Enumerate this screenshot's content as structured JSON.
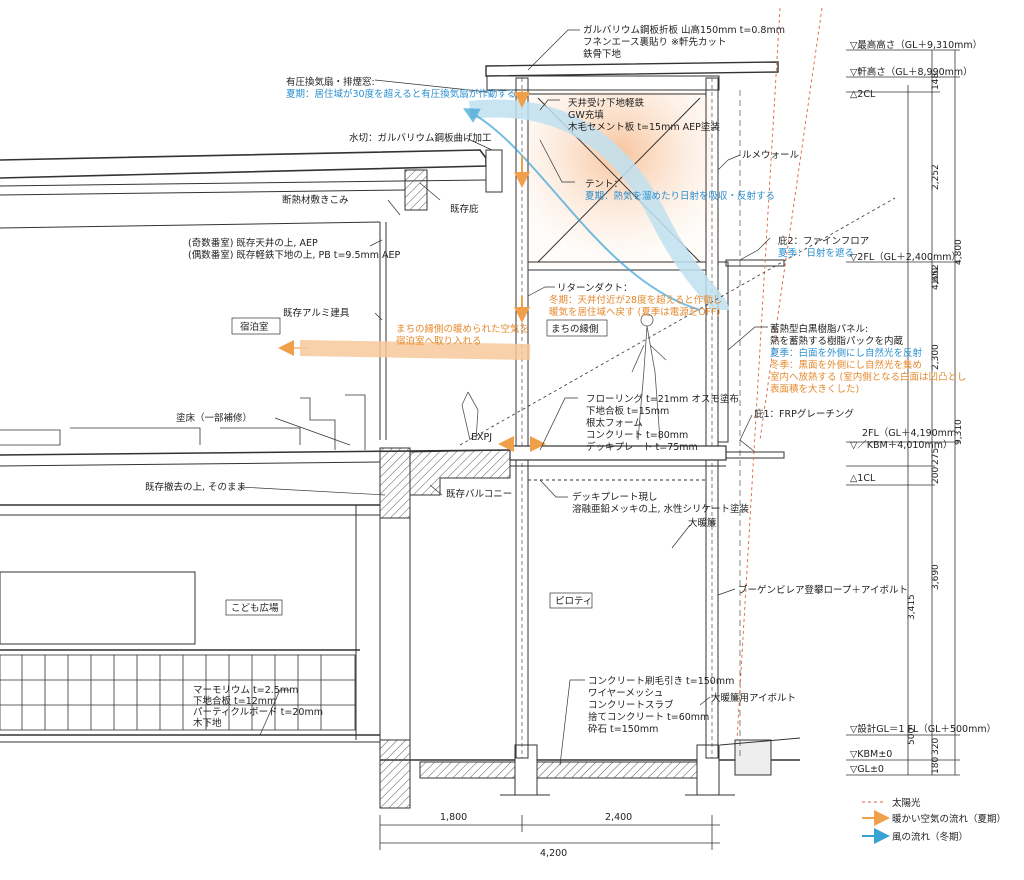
{
  "labels": {
    "roof": [
      "ガルバリウム鋼板折板 山高150mm t=0.8mm",
      "フネンエース裏貼り ※軒先カット",
      "鉄骨下地"
    ],
    "vent_title": "有圧換気扇・排煙窓:",
    "vent_summer": "夏期：居住域が30度を超えると有圧換気扇が作動する",
    "ceiling": [
      "天井受け下地軽鉄",
      "GW充填",
      "木毛セメント板 t=15mm AEP塗装"
    ],
    "flashing": "水切：ガルバリウム鋼板曲げ加工",
    "lumewall": "ルメウォール",
    "existing_eave_upper": "既存庇",
    "insulation": "断熱材敷きこみ",
    "tent_title": "テント：",
    "tent_summer": "夏期：熱気を溜めたり日射を吸収・反射する",
    "eave2_title": "庇2：ファインフロア",
    "eave2_summer": "夏季：日射を遮る",
    "existing_ceiling": [
      "(奇数番室) 既存天井の上, AEP",
      "(偶数番室) 既存軽鉄下地の上, PB t=9.5mm AEP"
    ],
    "return_duct_title": "リターンダクト：",
    "return_duct_winter": [
      "冬期：天井付近が28度を超えると作動し",
      "暖気を居住域へ戻す (夏季は電源をOFF)"
    ],
    "existing_alu": "既存アルミ建具",
    "guest_room": "宿泊室",
    "warm_air_note": [
      "まちの縁側の暖められた空気を",
      "宿泊室へ取り入れる"
    ],
    "machi_engawa": "まちの縁側",
    "panel_title": [
      "蓄熱型白黒樹脂パネル:",
      "熱を蓄熱する樹脂パックを内蔵"
    ],
    "panel_summer": "夏季：白面を外側にし自然光を反射",
    "panel_winter": [
      "冬季：黒面を外側にし自然光を集め",
      "室内へ放熱する (室内側となる白面は凹凸とし",
      "表面積を大きくした)"
    ],
    "floor_spec": [
      "フローリング t=21mm オスモ塗布",
      "下地合板 t=15mm",
      "根太フォーム",
      "コンクリート t=80mm",
      "デッキプレート t=75mm"
    ],
    "eave1": "庇1：FRPグレーチング",
    "paint_floor": "塗床（一部補修）",
    "expj": "EXPJ",
    "existing_demolish": "既存撤去の上, そのまま",
    "existing_balcony": "既存バルコニー",
    "deck_spec": [
      "デッキプレート現し",
      "溶融亜鉛メッキの上, 水性シリケート塗装"
    ],
    "big_curtain": "大暖簾",
    "bougainvillea": "ブーゲンビレア登攀ロープ＋アイボルト",
    "kids_plaza": "こども広場",
    "piloti": "ピロティ",
    "slab_spec": [
      "コンクリート刷毛引き t=150mm",
      "ワイヤーメッシュ",
      "コンクリートスラブ",
      "捨てコンクリート t=60mm",
      "砕石 t=150mm"
    ],
    "ground_floor": [
      "マーモリウム t=2.5mm",
      "下地合板 t=12mm",
      "パーティクルボード t=20mm",
      "木下地"
    ],
    "curtain_bolt": "大暖簾用アイボルト"
  },
  "levels": {
    "max_height": "▽最高高さ（GL＋9,310mm）",
    "eave_height": "▽軒高さ（GL＋8,990mm）",
    "cl2": "△2CL",
    "fl2": "▽2FL（GL＋2,400mm）",
    "fl2b_1": "2FL（GL＋4,190mm",
    "fl2b_2": "▽／KBM＋4,010mm）",
    "cl1": "△1CL",
    "design_gl": "▽設計GL＝1 FL（GL＋500mm）",
    "kbm": "▽KBM±0",
    "gl": "▽GL±0"
  },
  "dims_v": {
    "d148": "148",
    "d2252": "2,252",
    "d100": "100",
    "d4652": "4,652",
    "d4800": "4,800",
    "d2300": "2,300",
    "d9310": "9,310",
    "d275": "275",
    "d200": "200",
    "d3690": "3,690",
    "d3415": "3,415",
    "d320": "320",
    "d500": "500",
    "d180": "180"
  },
  "dims_h": {
    "d1800": "1,800",
    "d2400": "2,400",
    "d4200": "4,200"
  },
  "legend": [
    {
      "label": "太陽光"
    },
    {
      "label": "暖かい空気の流れ（夏期）"
    },
    {
      "label": "風の流れ（冬期）"
    }
  ],
  "colors": {
    "line": "#333333",
    "sun": "#e0603a",
    "warm": "#f0a04a",
    "wind": "#3aa3d6",
    "warm_glow": "#f7c89a",
    "wind_band": "#bfe0f0",
    "summer_text": "#2b8fd0",
    "winter_text": "#e58a2e"
  }
}
